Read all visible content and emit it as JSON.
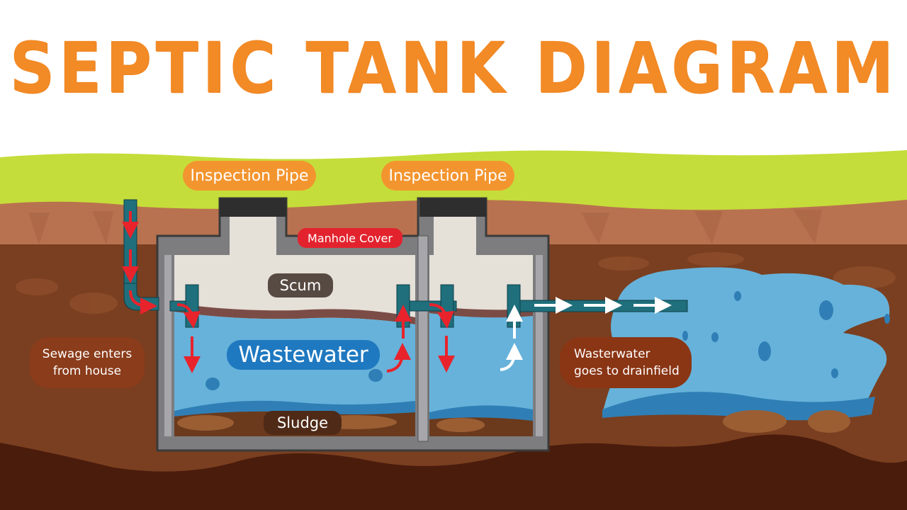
{
  "title": "SEPTIC TANK DIAGRAM",
  "labels": {
    "inspection_pipe_1": "Inspection Pipe",
    "inspection_pipe_2": "Inspection Pipe",
    "manhole_cover": "Manhole Cover",
    "scum": "Scum",
    "wastewater": "Wastewater",
    "sludge": "Sludge",
    "sewage_line1": "Sewage enters",
    "sewage_line2": "from house",
    "drainfield_line1": "Wasterwater",
    "drainfield_line2": "goes to drainfield"
  },
  "colors": {
    "title": "#f28a26",
    "grass": "#c5dd3a",
    "topsoil": "#b9724f",
    "soil": "#7a3f20",
    "deep_soil": "#4a1c0c",
    "concrete": "#7d7d80",
    "scum": "#e5e0d8",
    "water": "#66b2da",
    "water_dark": "#2f7fb6",
    "sludge": "#6b3a1d",
    "pipe": "#1f6f7c",
    "flow_red": "#e8232c",
    "flow_white": "#ffffff"
  }
}
